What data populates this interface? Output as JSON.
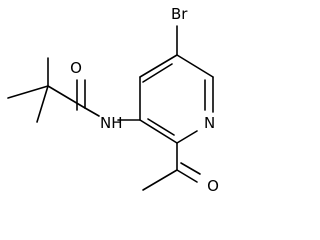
{
  "molecule": {
    "atom_labels": {
      "bromine": "Br",
      "ring_nitrogen": "N",
      "amide_nh": "NH",
      "amide_oxygen": "O",
      "ketone_oxygen": "O"
    }
  }
}
